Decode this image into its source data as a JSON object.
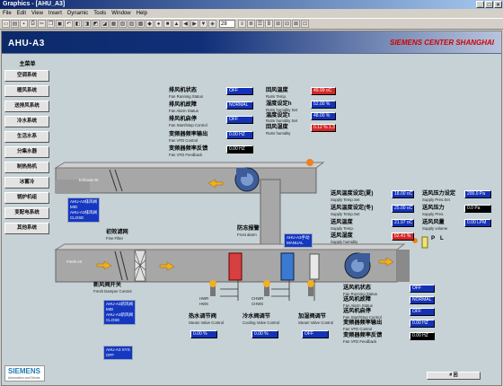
{
  "window": {
    "title": "Graphics - [AHU_A3]"
  },
  "menubar": [
    "File",
    "Edit",
    "View",
    "Insert",
    "Dynamic",
    "Tools",
    "Window",
    "Help"
  ],
  "toolbar": {
    "zoom": "28"
  },
  "header": {
    "title": "AHU-A3",
    "brand": "SIEMENS CENTER SHANGHAI"
  },
  "sidebar": {
    "header": "主菜单",
    "items": [
      "空调系统",
      "暖风系统",
      "送排风系统",
      "冷水系统",
      "生活水系",
      "分集水器",
      "制热热机",
      "冰蓄冷",
      "锅炉机组",
      "变配电系统",
      "其他系统"
    ]
  },
  "logo": {
    "brand": "SIEMENS",
    "tagline": "Automation and Drives"
  },
  "fan_status": {
    "rows": [
      {
        "cn": "排风机状态",
        "en": "Fan Running Status",
        "value": "OFF"
      },
      {
        "cn": "排风机故障",
        "en": "Fan Alarm Status",
        "value": "NORMAL"
      },
      {
        "cn": "排风机启停",
        "en": "Fan Start/Stop Control",
        "value": "OFF"
      },
      {
        "cn": "变频器频率输出",
        "en": "Fan VFD Control",
        "value": "0.00 HZ"
      },
      {
        "cn": "变频器频率反馈",
        "en": "Fan VFD Feedback",
        "value": "0.00 HZ"
      }
    ]
  },
  "room_params": {
    "rows": [
      {
        "cn": "回风温度",
        "en": "Rutm Temp.",
        "value": "49.99 oC",
        "color": "#d22828"
      },
      {
        "cn": "湿度设定h",
        "en": "Rutm humidity Set",
        "value": "52.00 %",
        "color": "#1432b8"
      },
      {
        "cn": "温度设定t",
        "en": "Rutm humidity Set",
        "value": "48.00 %",
        "color": "#1432b8"
      },
      {
        "cn": "回风湿度",
        "en": "Rutm humidity",
        "value": "0.12 % 1.3",
        "color": "#d22828"
      }
    ]
  },
  "supply_params": {
    "left": [
      {
        "cn": "送风温度设定(夏)",
        "en": "Supply Temp.Set",
        "value": "18.00 oC",
        "color": "#1432b8"
      },
      {
        "cn": "送风温度设定(冬)",
        "en": "Supply Temp.Set",
        "value": "25.00 oC",
        "color": "#1432b8"
      },
      {
        "cn": "送风温度",
        "en": "Supply Temp.",
        "value": "21.97 oC",
        "color": "#1432b8"
      },
      {
        "cn": "送风湿度",
        "en": "Supply humidity",
        "value": "52.41 %",
        "color": "#d22828"
      }
    ],
    "right": [
      {
        "cn": "送风压力设定",
        "en": "Supply Pres.Set",
        "value": "200.0 Pa",
        "color": "#1432b8"
      },
      {
        "cn": "送风压力",
        "en": "Supply Pres.",
        "value": "0.0 Pa",
        "color": "#000000"
      },
      {
        "cn": "送风风量",
        "en": "Supply volume",
        "value": "0.00 LPM",
        "color": "#1432b8"
      }
    ]
  },
  "labels": {
    "exhaust_air": "Exhaust Air",
    "fresh_air": "Fresh Air",
    "pressure": "P",
    "level": "L",
    "initial_filter_cn": "初效滤网",
    "initial_filter_en": "Fine Filter",
    "frost_cn": "防冻报警",
    "frost_en": "Frost alarm",
    "fresh_damper_cn": "新风阀开关",
    "fresh_damper_en": "Fresh Damper Control",
    "hot_water_cn": "热水调节阀",
    "hot_water_en": "Steam Valve Control",
    "chilled_water_cn": "冷水阀调节",
    "chilled_water_en": "Cooling Valve Control",
    "humidify_cn": "加湿阀调节",
    "humidify_en": "Steam Valve Control",
    "hwr": "HWR",
    "hws": "HWS",
    "chwr": "CHWR",
    "chws": "CHWS"
  },
  "buttons": {
    "exhaust_damper": "AHU-A3排风阀\nMID\nAHU-A3排风阀\nCLOSE",
    "filter_state": "AHU-A3排风阀\nMID\nAHU-A3排风阀\nCLOSE",
    "fresh_damper": "AHU-A3新风阀\nMID\nAHU-A3新风阀\nCLOSE",
    "sys": "AHU-A3 SYS\nOFF",
    "frost": "AHU-A3手动\nMANUAL"
  },
  "valves": {
    "hot": "0.00 %",
    "cold": "0.00 %",
    "humid": "OFF"
  },
  "supply_fan": {
    "rows": [
      {
        "cn": "送风机状态",
        "en": "Fan Running Status",
        "value": "OFF"
      },
      {
        "cn": "送风机故障",
        "en": "Fan Alarm Status",
        "value": "NORMAL"
      },
      {
        "cn": "送风机启停",
        "en": "Fan Start/Stop Control",
        "value": "OFF"
      },
      {
        "cn": "变频器频率输出",
        "en": "Fan VFD Control",
        "value": "0.00 HZ"
      },
      {
        "cn": "变频器频率反馈",
        "en": "Fan VFD Feedback",
        "value": "0.00 HZ"
      }
    ]
  },
  "bottom": {
    "button": "# 回"
  }
}
